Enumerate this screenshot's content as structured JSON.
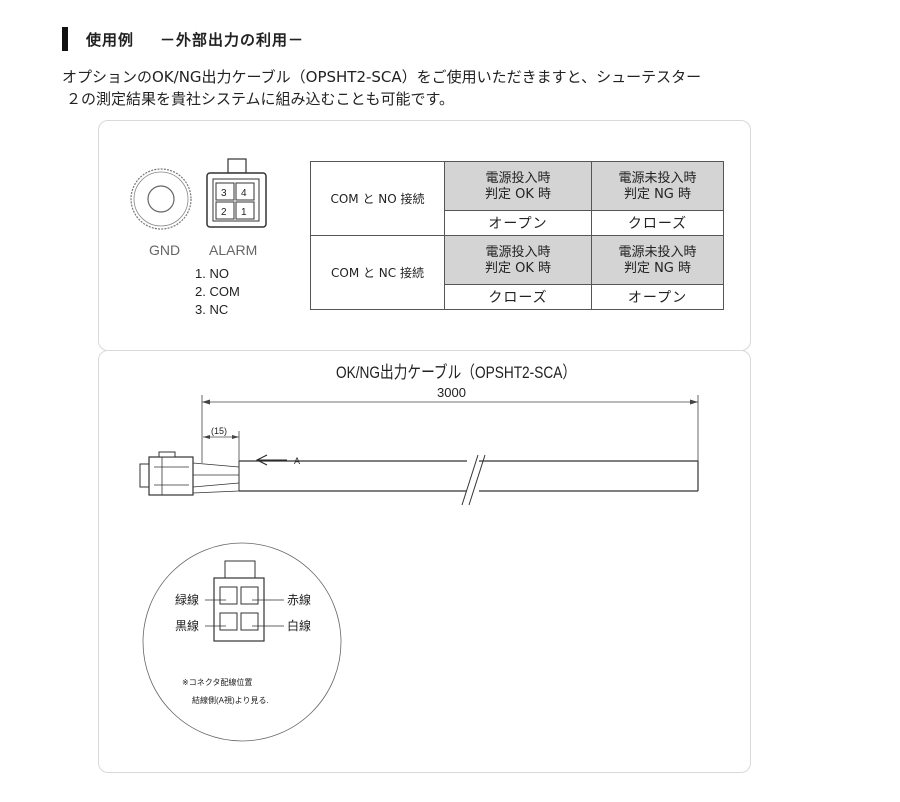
{
  "heading": {
    "title": "使用例",
    "subtitle": "－外部出力の利用－"
  },
  "intro": {
    "line1": "オプションのOK/NG出力ケーブル（OPSHT2-SCA）をご使用いただきますと、シューテスター",
    "line2": "２の測定結果を貴社システムに組み込むことも可能です。"
  },
  "connector": {
    "gnd_label": "GND",
    "alarm_label": "ALARM",
    "pins": [
      "3",
      "4",
      "2",
      "1"
    ],
    "pin_list": [
      "1. NO",
      "2. COM",
      "3. NC"
    ]
  },
  "logic_table": {
    "rows": [
      {
        "label": "COM と NO 接続",
        "states": [
          {
            "line1": "電源投入時",
            "line2": "判定 OK 時"
          },
          {
            "line1": "電源未投入時",
            "line2": "判定 NG 時"
          }
        ],
        "results": [
          "オープン",
          "クローズ"
        ]
      },
      {
        "label": "COM と NC 接続",
        "states": [
          {
            "line1": "電源投入時",
            "line2": "判定 OK 時"
          },
          {
            "line1": "電源未投入時",
            "line2": "判定 NG 時"
          }
        ],
        "results": [
          "クローズ",
          "オープン"
        ]
      }
    ]
  },
  "cable": {
    "title": "OK/NG出力ケーブル（OPSHT2-SCA）",
    "length": "3000",
    "offset": "(15)",
    "view_marker": "A"
  },
  "wiring": {
    "top_left": "緑線",
    "top_right": "赤線",
    "bottom_left": "黒線",
    "bottom_right": "白線",
    "note1": "※コネクタ配線位置",
    "note2": "結線側(A視)より見る."
  }
}
